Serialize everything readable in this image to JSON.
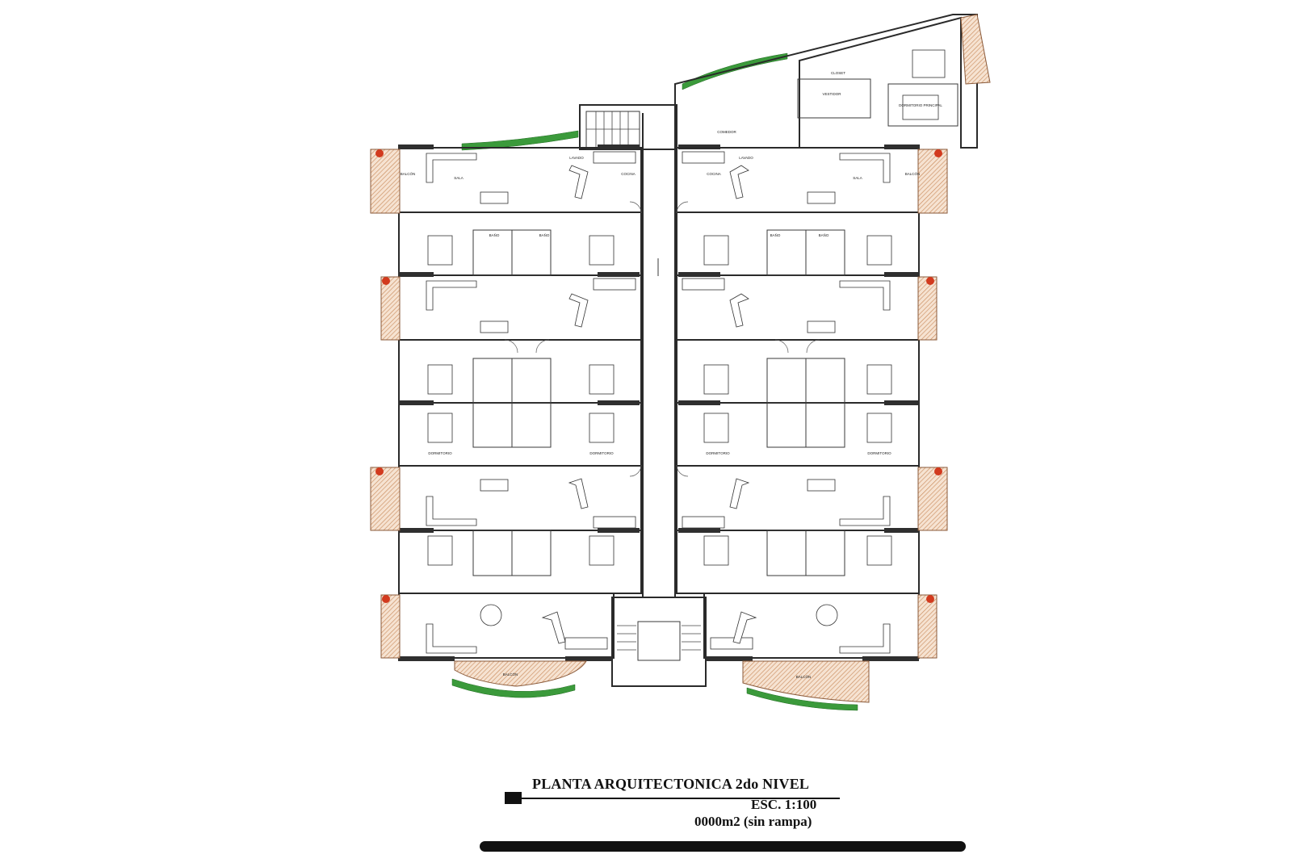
{
  "title_block": {
    "title": "PLANTA ARQUITECTONICA 2do NIVEL",
    "scale": "ESC. 1:100",
    "area": "0000m2 (sin rampa)"
  },
  "room_labels": {
    "sala": "SALA",
    "cocina": "COCINA",
    "lavado": "LAVADO",
    "bano": "BAÑO",
    "dormitorio": "DORMITORIO",
    "balcon": "BALCÓN",
    "comedor": "COMEDOR",
    "closet": "CLOSET",
    "vestidor": "VESTIDOR",
    "dormitorio_principal": "DORMITORIO PRINCIPAL"
  },
  "colors": {
    "wall": "#2a2a2a",
    "balcony_hatch": "#c98a5a",
    "plant": "#3b9a3b",
    "accent_red": "#d23a1e"
  }
}
